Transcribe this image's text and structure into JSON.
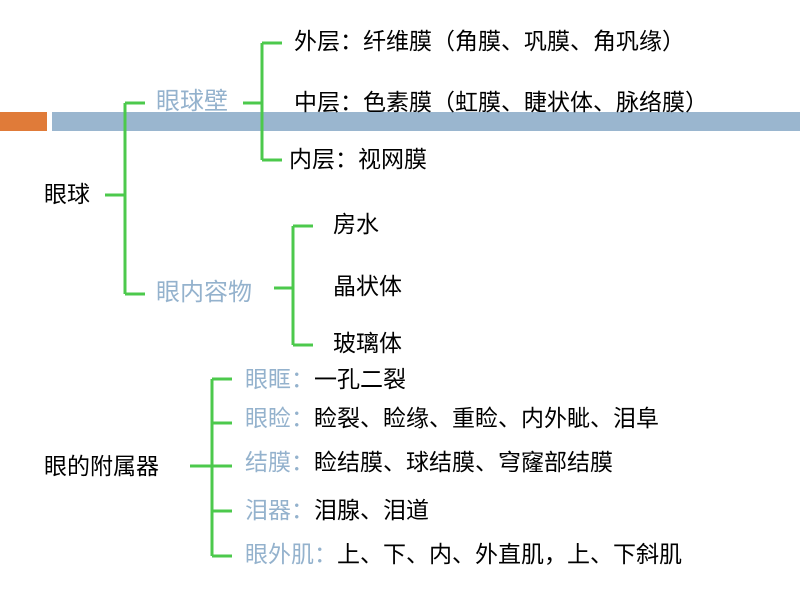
{
  "eyeball": {
    "label": "眼球",
    "wall": {
      "label": "眼球壁",
      "outer": "外层：纤维膜（角膜、巩膜、角巩缘）",
      "middle": "中层：色素膜（虹膜、睫状体、脉络膜）",
      "inner": "内层：视网膜"
    },
    "contents": {
      "label": "眼内容物",
      "items": [
        "房水",
        "晶状体",
        "玻璃体"
      ]
    }
  },
  "adnexa": {
    "label": "眼的附属器",
    "items": [
      {
        "label": "眼眶：",
        "value": "一孔二裂"
      },
      {
        "label": "眼睑：",
        "value": "睑裂、睑缘、重睑、内外眦、泪阜"
      },
      {
        "label": "结膜：",
        "value": "睑结膜、球结膜、穹窿部结膜"
      },
      {
        "label": "泪器：",
        "value": "泪腺、泪道"
      },
      {
        "label": "眼外肌：",
        "value": "上、下、内、外直肌，上、下斜肌"
      }
    ]
  },
  "colors": {
    "accent_orange": "#e07b39",
    "accent_blue": "#9ab6cf",
    "branch_label": "#94b2cd",
    "bracket_line": "#4cc94c"
  }
}
